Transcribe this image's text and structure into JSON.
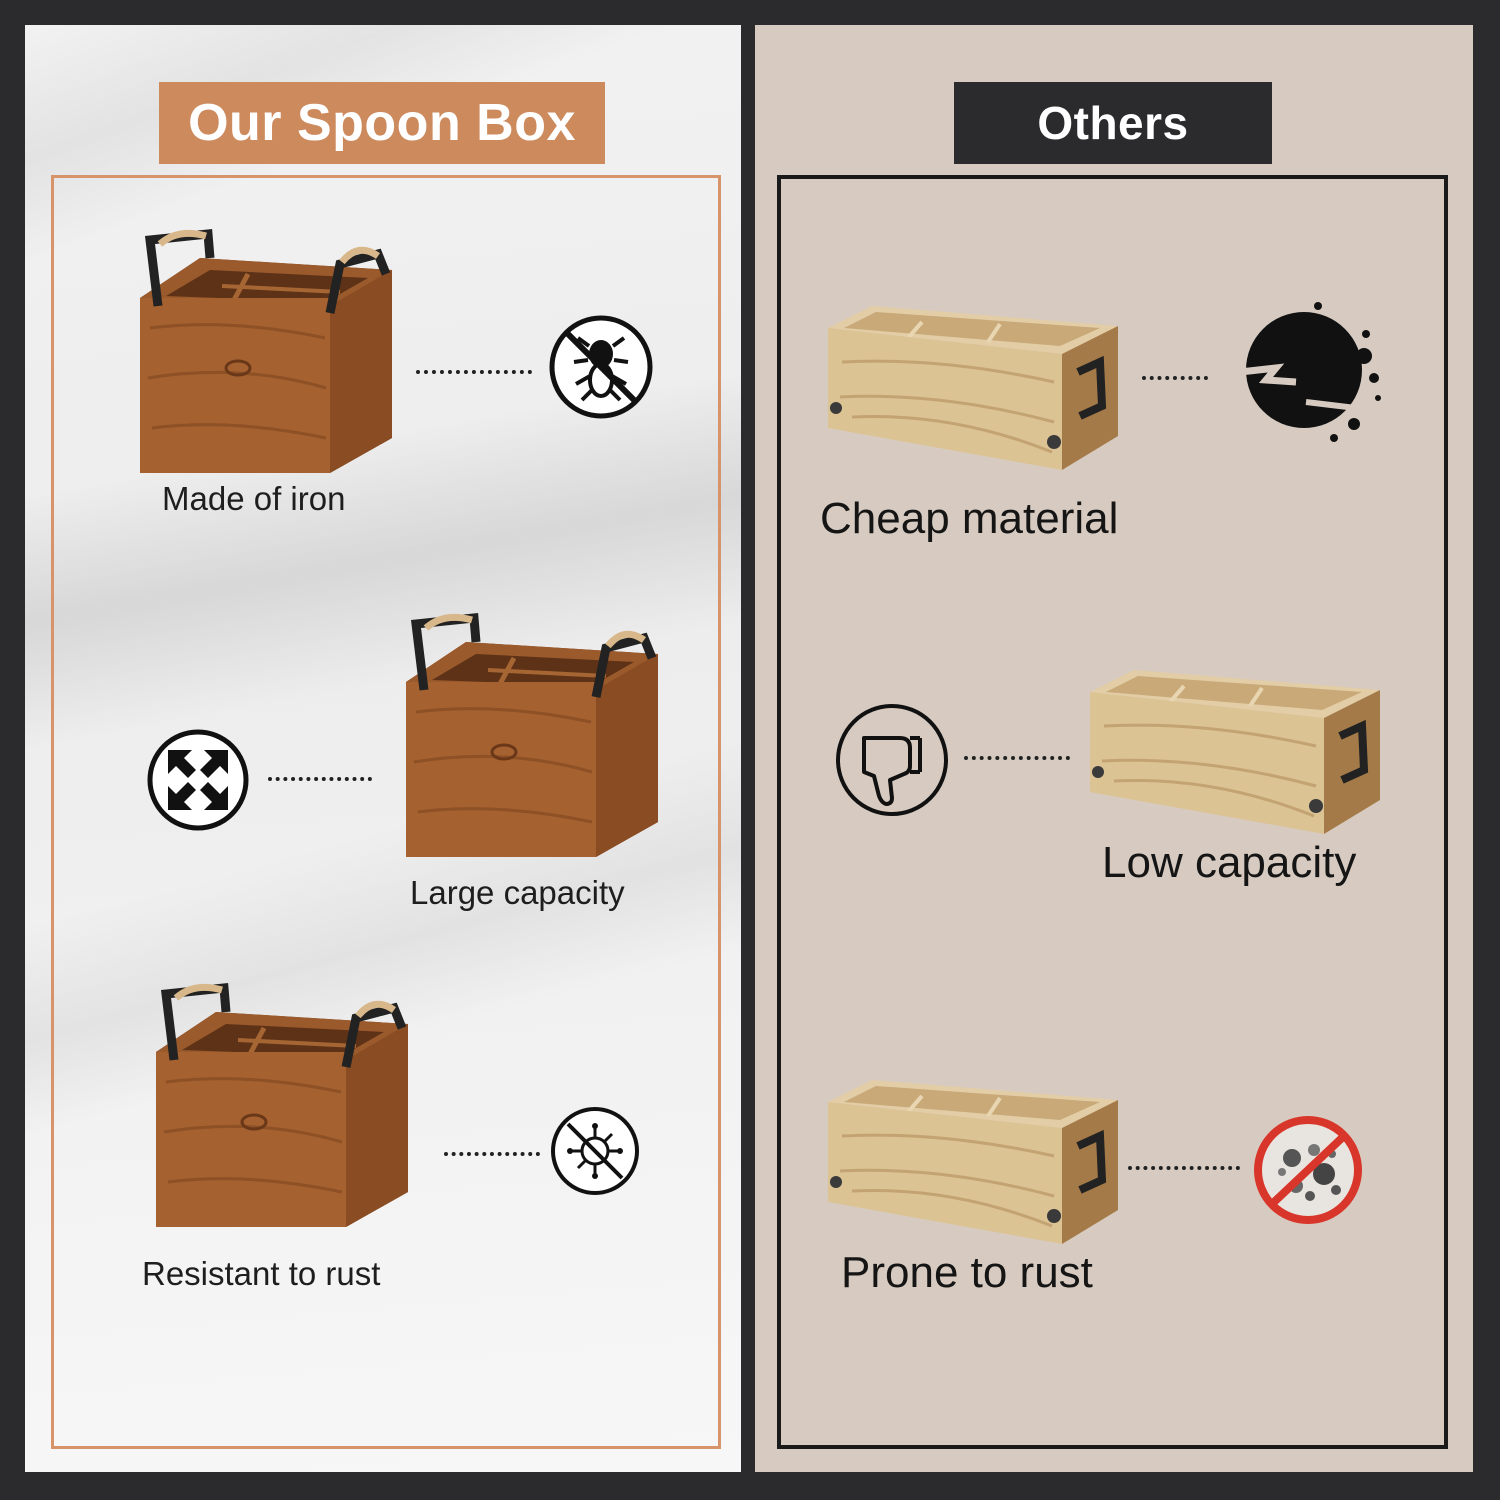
{
  "headers": {
    "ours": "Our Spoon Box",
    "others": "Others"
  },
  "ours_features": [
    "Made of iron",
    "Large capacity",
    "Resistant to rust"
  ],
  "others_features": [
    "Cheap material",
    "Low capacity",
    "Prone to rust"
  ],
  "icons": {
    "ours": [
      "no-bug-icon",
      "expand-arrows-icon",
      "no-germ-icon"
    ],
    "others": [
      "ink-splatter-icon",
      "thumbs-down-icon",
      "rust-prohibited-icon"
    ]
  },
  "colors": {
    "accent": "#cd8a5d",
    "dark": "#2b2a2c",
    "others_background": "#d7cbc1",
    "prohibited_red": "#d9362b"
  }
}
